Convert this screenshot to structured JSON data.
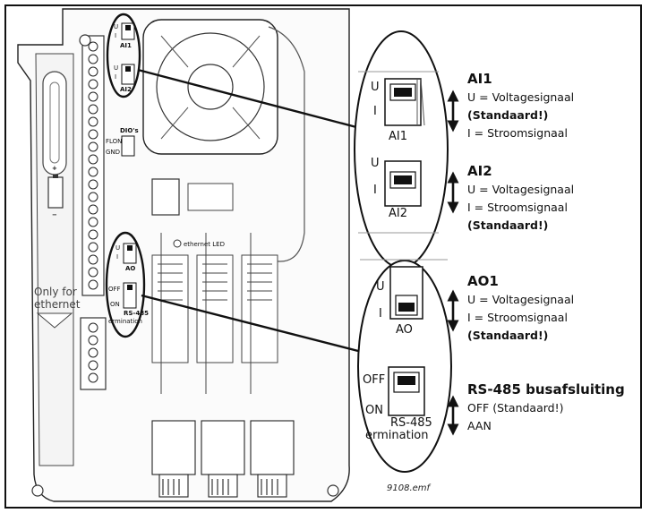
{
  "board": {
    "only_for": "Only for",
    "ethernet": "ethernet",
    "ethernet_led": "ethernet LED",
    "dio": "DIO's",
    "flon": "FLON",
    "gnd": "GND",
    "small_u": "U",
    "small_i": "I",
    "ai1": "AI1",
    "ai2": "AI2",
    "ao": "AO",
    "off": "OFF",
    "on": "ON",
    "rs485": "RS-485",
    "termination": "ermination",
    "plus": "+",
    "minus": "−"
  },
  "zoom_top": {
    "u1": "U",
    "i1": "I",
    "ai1": "AI1",
    "u2": "U",
    "i2": "I",
    "ai2": "AI2"
  },
  "zoom_bottom": {
    "u": "U",
    "i": "I",
    "ao": "AO",
    "off": "OFF",
    "on": "ON",
    "rs485": "RS-485",
    "termination": "ermination"
  },
  "labels": {
    "ai1": {
      "title": "AI1",
      "line1": "U = Voltagesignaal",
      "line2": "(Standaard!)",
      "line3": "I = Stroomsignaal"
    },
    "ai2": {
      "title": "AI2",
      "line1": "U = Voltagesignaal",
      "line2": "I = Stroomsignaal",
      "line3": "(Standaard!)"
    },
    "ao1": {
      "title": "AO1",
      "line1": "U = Voltagesignaal",
      "line2": "I = Stroomsignaal",
      "line3": "(Standaard!)"
    },
    "rs485": {
      "title": "RS-485 busafsluiting",
      "line1": "OFF (Standaard!)",
      "line2": "AAN"
    }
  },
  "filename": "9108.emf"
}
